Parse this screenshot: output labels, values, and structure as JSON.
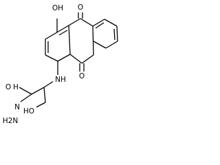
{
  "molecule": {
    "atoms": {
      "hydroxyl_top": "OH",
      "carbonyl_top": "O",
      "carbonyl_bottom": "O",
      "amine": "NH",
      "hydrazide_oxygen": "O",
      "hydroxyl_bottom": "HO",
      "hydrazine": "H2N",
      "hydrazide_nh": "N",
      "hydrazide_h": "H"
    }
  },
  "colors": {
    "bond": "#000000",
    "background": "#ffffff"
  }
}
